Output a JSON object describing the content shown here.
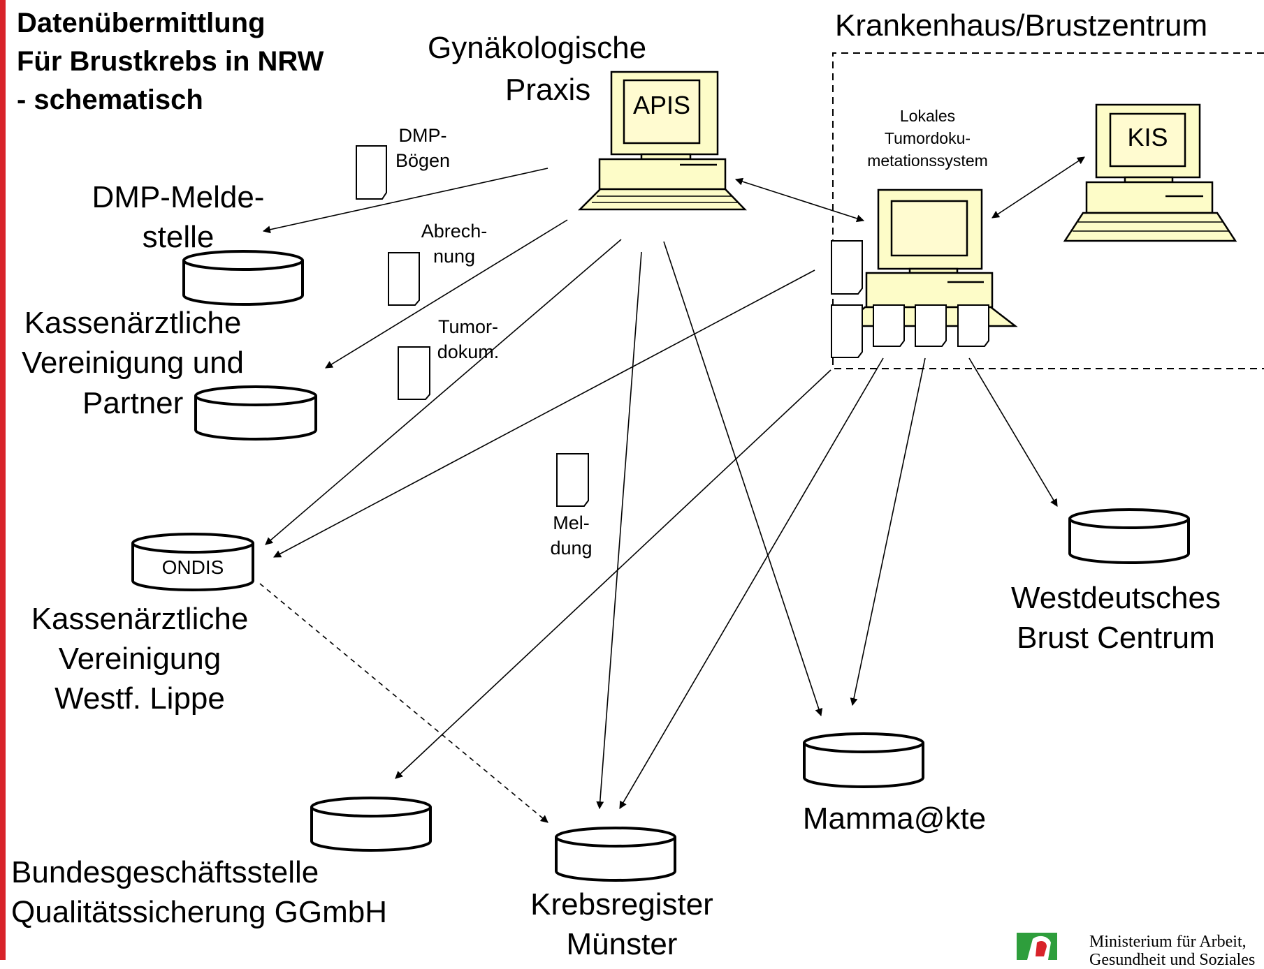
{
  "title_lines": [
    "Datenübermittlung",
    "Für Brustkrebs in NRW",
    "- schematisch"
  ],
  "praxis": {
    "label_lines": [
      "Gynäkologische",
      "Praxis"
    ],
    "screen_label": "APIS"
  },
  "krankenhaus": {
    "label": "Krankenhaus/Brustzentrum",
    "local_system_lines": [
      "Lokales",
      "Tumordoku-",
      "metationssystem"
    ],
    "kis_label": "KIS"
  },
  "documents": {
    "dmp_boegen": [
      "DMP-",
      "Bögen"
    ],
    "abrechnung": [
      "Abrech-",
      "nung"
    ],
    "tumordokum": [
      "Tumor-",
      "dokum."
    ],
    "meldung": [
      "Mel-",
      "dung"
    ]
  },
  "databases": {
    "dmp_meldestelle": [
      "DMP-Melde-",
      "stelle"
    ],
    "kv_partner": [
      "Kassenärztliche",
      "Vereinigung und",
      "Partner"
    ],
    "kv_westf": [
      "Kassenärztliche",
      "Vereinigung",
      "Westf. Lippe"
    ],
    "ondis": "ONDIS",
    "bundes": [
      "Bundesgeschäftsstelle",
      "Qualitätssicherung GGmbH"
    ],
    "krebsregister": [
      "Krebsregister",
      "Münster"
    ],
    "mammaakte": "Mamma@kte",
    "wbc": [
      "Westdeutsches",
      "Brust Centrum"
    ]
  },
  "ministry": [
    "Ministerium für Arbeit,",
    "Gesundheit und Soziales"
  ]
}
